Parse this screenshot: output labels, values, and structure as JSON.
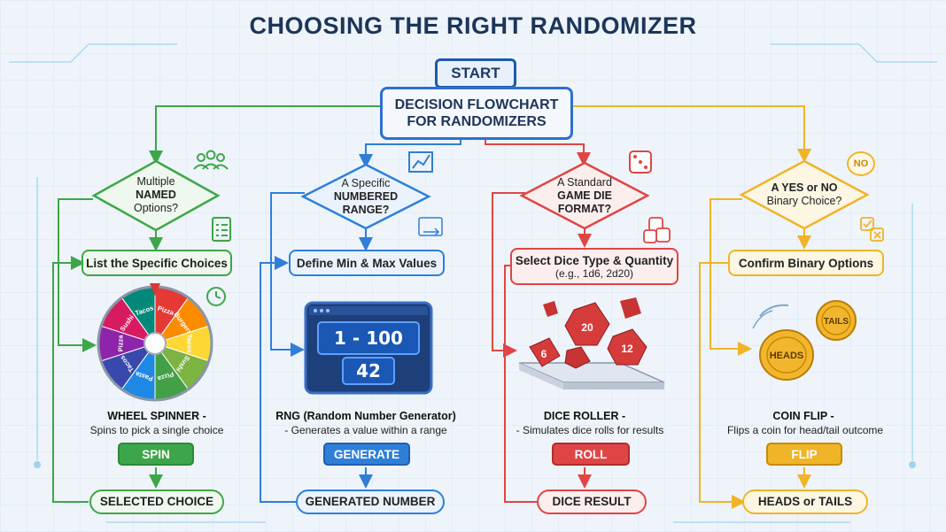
{
  "title": "CHOOSING THE RIGHT RANDOMIZER",
  "start_label": "START",
  "decision": {
    "line1": "DECISION FLOWCHART",
    "line2": "FOR RANDOMIZERS"
  },
  "colors": {
    "green": "#3ea64a",
    "blue": "#2f7fd8",
    "red": "#e04545",
    "yellow": "#f0b429"
  },
  "columns": {
    "wheel": {
      "question": {
        "l1": "Multiple",
        "l2": "NAMED",
        "l3": "Options?"
      },
      "step": "List the Specific Choices",
      "segments": [
        "Pizza",
        "Burgers",
        "Tacos",
        "Sushi",
        "Pizza",
        "Pasta",
        "Tacos",
        "Pizza",
        "Sushi",
        "Tacos"
      ],
      "name": "WHEEL SPINNER -",
      "desc": "Spins to pick a single choice",
      "action": "SPIN",
      "result": "SELECTED CHOICE"
    },
    "rng": {
      "question": {
        "l1": "A Specific",
        "l2": "NUMBERED",
        "l3": "RANGE?"
      },
      "step": "Define Min & Max Values",
      "range": "1 - 100",
      "value": "42",
      "name": "RNG (Random Number Generator)",
      "desc": "- Generates a value within a range",
      "action": "GENERATE",
      "result": "GENERATED NUMBER"
    },
    "dice": {
      "question": {
        "l1": "A Standard",
        "l2": "GAME DIE",
        "l3": "FORMAT?"
      },
      "step_l1": "Select Dice Type & Quantity",
      "step_l2": "(e.g., 1d6, 2d20)",
      "faces": [
        "6",
        "20",
        "12"
      ],
      "name": "DICE ROLLER -",
      "desc": "- Simulates dice rolls for results",
      "action": "ROLL",
      "result": "DICE RESULT"
    },
    "coin": {
      "question": {
        "l1": "A YES or NO",
        "l2": "Binary Choice?"
      },
      "badge": "NO",
      "step": "Confirm Binary Options",
      "heads": "HEADS",
      "tails": "TAILS",
      "name": "COIN FLIP -",
      "desc": "Flips a coin for head/tail outcome",
      "action": "FLIP",
      "result": "HEADS or TAILS"
    }
  }
}
